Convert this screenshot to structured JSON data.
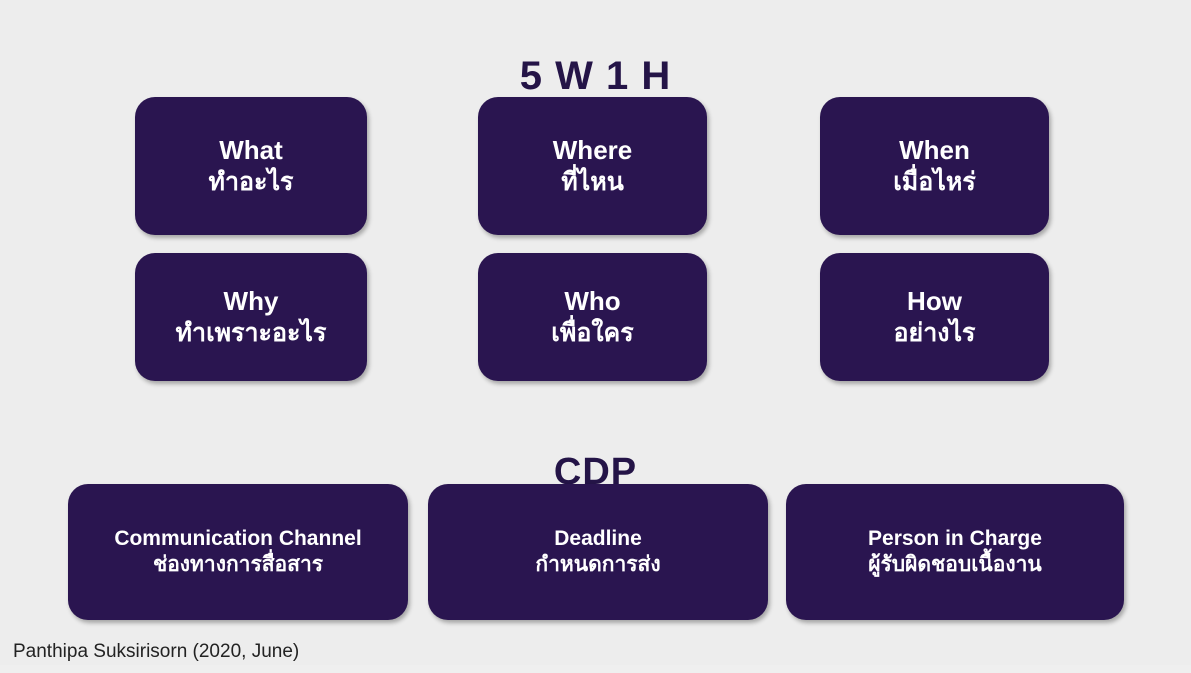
{
  "slide": {
    "background_color": "#ededed",
    "card_color": "#2a1550",
    "heading_color": "#241447",
    "card_text_color": "#ffffff"
  },
  "sections": {
    "five_w_one_h": {
      "title": "5 W 1 H",
      "cards": [
        {
          "en": "What",
          "th": "ทำอะไร"
        },
        {
          "en": "Where",
          "th": "ที่ไหน"
        },
        {
          "en": "When",
          "th": "เมื่อไหร่"
        },
        {
          "en": "Why",
          "th": "ทำเพราะอะไร"
        },
        {
          "en": "Who",
          "th": "เพื่อใคร"
        },
        {
          "en": "How",
          "th": "อย่างไร"
        }
      ]
    },
    "cdp": {
      "title": "CDP",
      "cards": [
        {
          "en": "Communication Channel",
          "th": "ช่องทางการสื่อสาร"
        },
        {
          "en": "Deadline",
          "th": "กำหนดการส่ง"
        },
        {
          "en": "Person in Charge",
          "th": "ผู้รับผิดชอบเนื้องาน"
        }
      ]
    }
  },
  "citation": "Panthipa Suksirisorn (2020, June)"
}
